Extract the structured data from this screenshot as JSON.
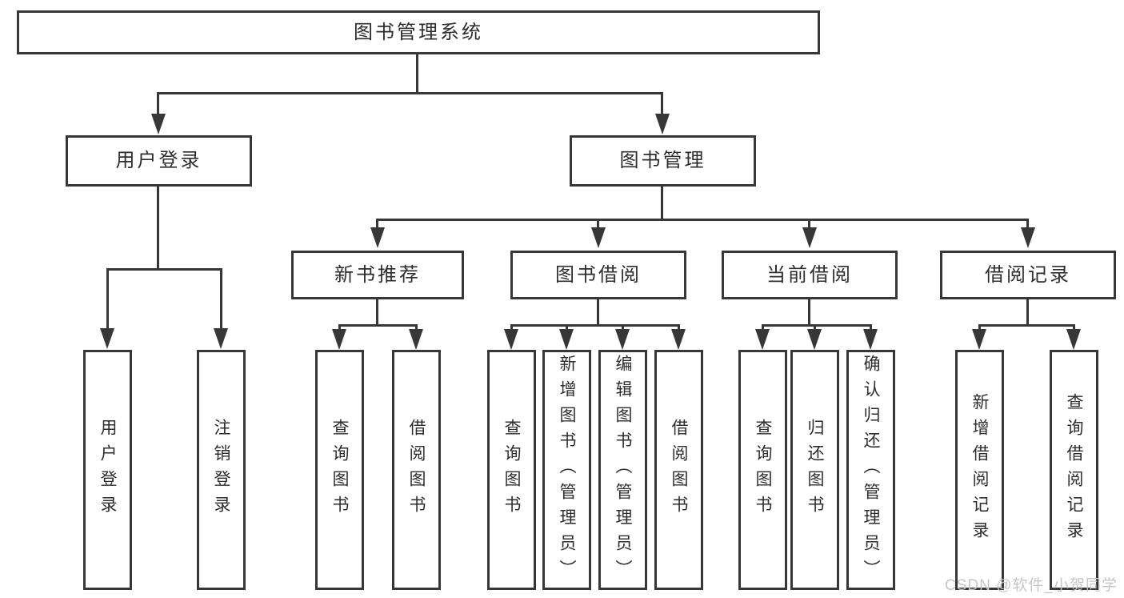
{
  "tree": {
    "root": {
      "label": "图书管理系统",
      "children": [
        {
          "label": "用户登录",
          "children": [
            {
              "label": "用户登录"
            },
            {
              "label": "注销登录"
            }
          ]
        },
        {
          "label": "图书管理",
          "children": [
            {
              "label": "新书推荐",
              "children": [
                {
                  "label": "查询图书"
                },
                {
                  "label": "借阅图书"
                }
              ]
            },
            {
              "label": "图书借阅",
              "children": [
                {
                  "label": "查询图书"
                },
                {
                  "label": "新增图书（管理员）"
                },
                {
                  "label": "编辑图书（管理员）"
                },
                {
                  "label": "借阅图书"
                }
              ]
            },
            {
              "label": "当前借阅",
              "children": [
                {
                  "label": "查询图书"
                },
                {
                  "label": "归还图书"
                },
                {
                  "label": "确认归还（管理员）"
                }
              ]
            },
            {
              "label": "借阅记录",
              "children": [
                {
                  "label": "新增借阅记录"
                },
                {
                  "label": "查询借阅记录"
                }
              ]
            }
          ]
        }
      ]
    }
  },
  "colors": {
    "line": "#373737",
    "text": "#2d2d2d",
    "watermark": "#c6c6c6",
    "background": "#ffffff"
  },
  "watermark": {
    "text": "CSDN @软件_小贺同学"
  }
}
